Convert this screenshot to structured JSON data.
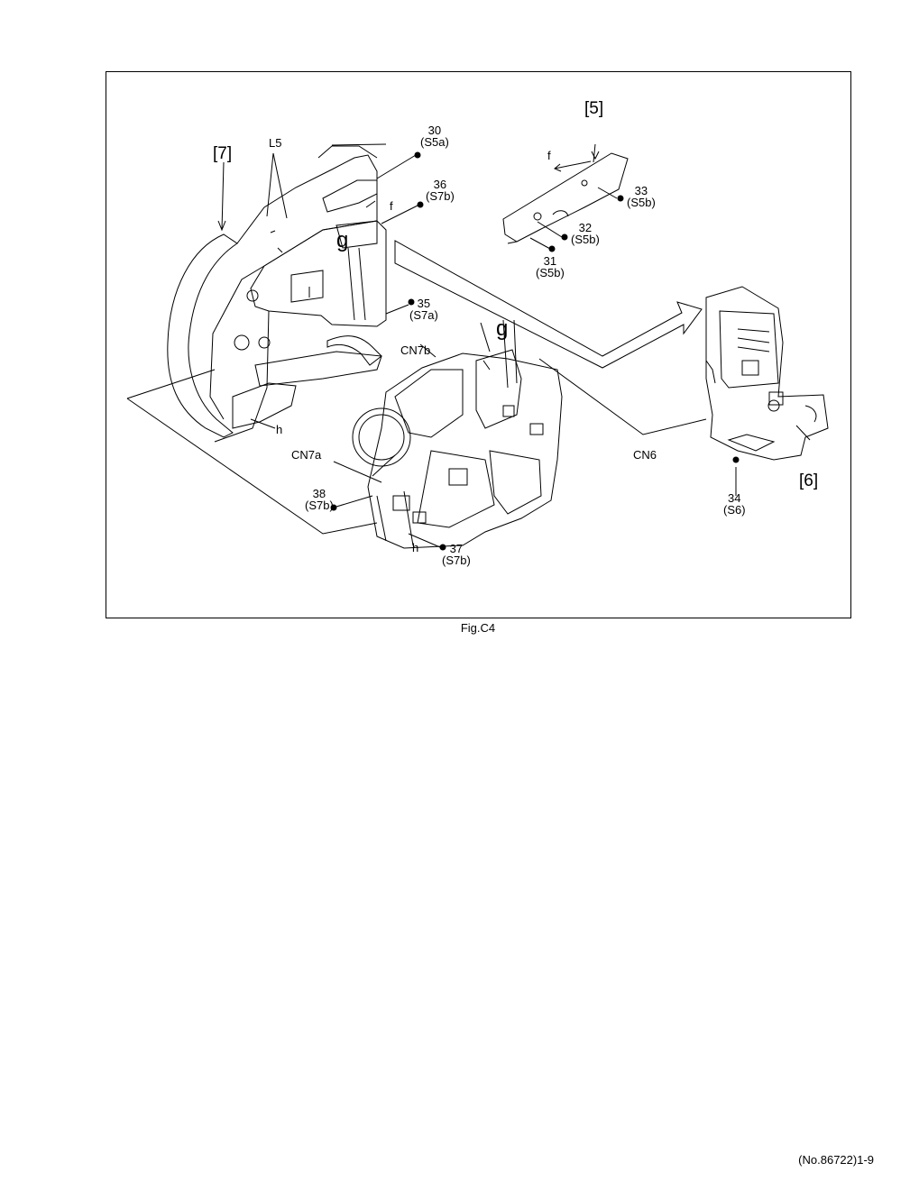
{
  "figure": {
    "caption": "Fig.C4",
    "labels": {
      "unit5": "[5]",
      "unit6": "[6]",
      "unit7": "[7]",
      "L5": "L5",
      "f_left": "f",
      "f_right": "f",
      "g_left": "g",
      "g_right": "g",
      "h_left": "h",
      "h_bottom": "h",
      "CN7a": "CN7a",
      "CN7b": "CN7b",
      "CN6": "CN6"
    },
    "screws": [
      {
        "num": "30",
        "code": "(S5a)"
      },
      {
        "num": "36",
        "code": "(S7b)"
      },
      {
        "num": "33",
        "code": "(S5b)"
      },
      {
        "num": "32",
        "code": "(S5b)"
      },
      {
        "num": "31",
        "code": "(S5b)"
      },
      {
        "num": "35",
        "code": "(S7a)"
      },
      {
        "num": "38",
        "code": "(S7b)"
      },
      {
        "num": "37",
        "code": "(S7b)"
      },
      {
        "num": "34",
        "code": "(S6)"
      }
    ]
  },
  "footer": {
    "page_number": "(No.86722)1-9"
  }
}
